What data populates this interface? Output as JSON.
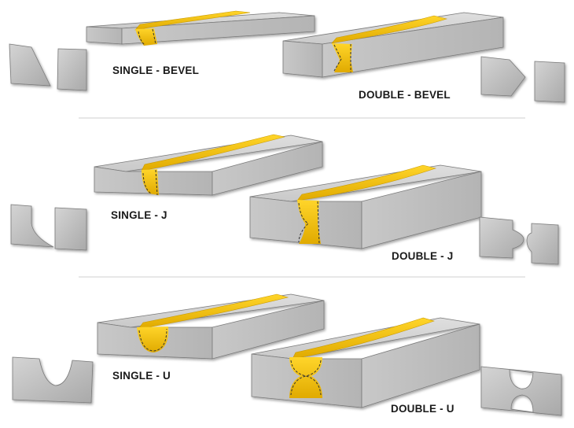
{
  "joints": [
    {
      "id": "single-bevel",
      "label": "SINGLE - BEVEL"
    },
    {
      "id": "double-bevel",
      "label": "DOUBLE - BEVEL"
    },
    {
      "id": "single-j",
      "label": "SINGLE - J"
    },
    {
      "id": "double-j",
      "label": "DOUBLE - J"
    },
    {
      "id": "single-u",
      "label": "SINGLE - U"
    },
    {
      "id": "double-u",
      "label": "DOUBLE - U"
    }
  ],
  "colors": {
    "plate_top": "#d6d6d6",
    "plate_front": "#bdbdbd",
    "plate_side": "#9c9c9c",
    "weld": "#f2c200",
    "weld_dark": "#c99a00",
    "outline": "#6f6f6f",
    "divider": "#cfcfcf",
    "label": "#1a1a1a"
  }
}
